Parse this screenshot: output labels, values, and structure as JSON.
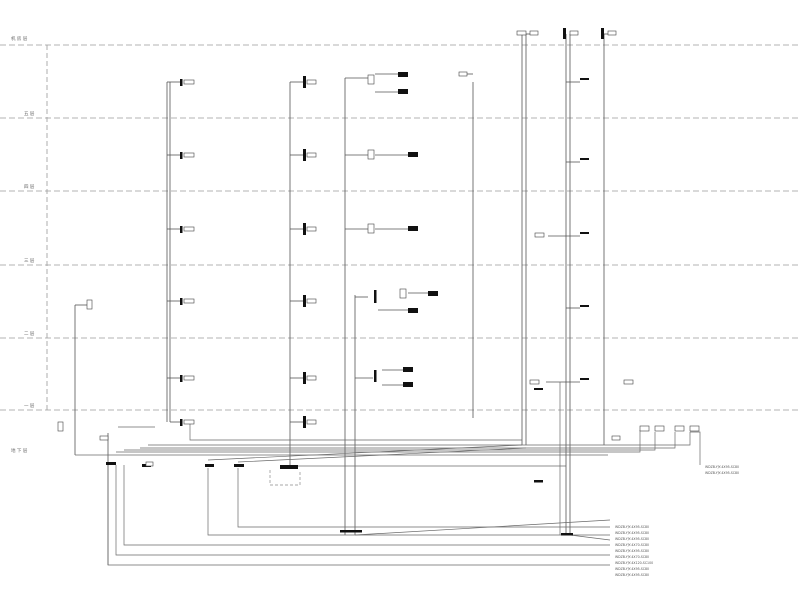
{
  "floor_labels": [
    "机 房 层",
    "五 层",
    "四 层",
    "三 层",
    "二 层",
    "一 层",
    "地 下 层"
  ],
  "cable_notes_center": [
    "WDZB-YJY-4X95-SC80",
    "WDZB-YJY-4X95-SC80",
    "WDZB-YJY-4X95-SC80",
    "WDZB-YJY-4X70-SC80",
    "WDZB-YJY-4X95-SC80",
    "WDZB-YJY-4X70-SC80",
    "WDZB-YJY-4X120-SC100",
    "WDZB-YJY-4X95-SC80",
    "WDZB-YJY-4X95-SC80"
  ],
  "cable_notes_right": [
    "WDZB-YJY-4X95-SC80",
    "WDZB-YJY-4X95-SC80"
  ],
  "colors": {
    "line": "#555555",
    "box": "#111111",
    "floor_line": "#9a9a9a"
  }
}
